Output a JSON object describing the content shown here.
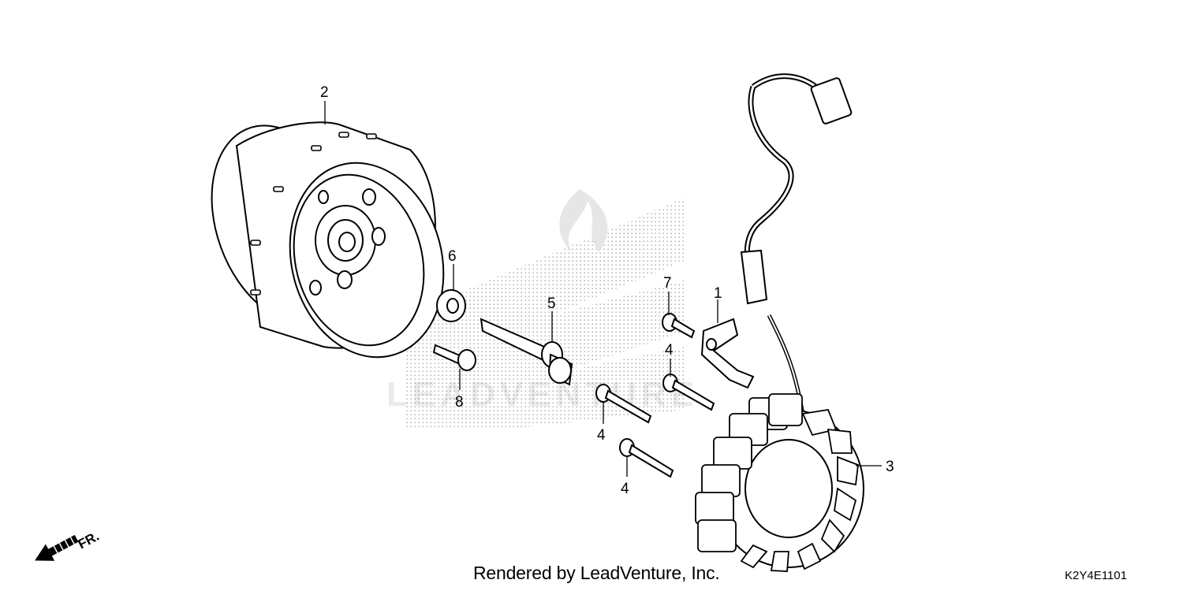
{
  "footer": {
    "credit": "Rendered by LeadVenture, Inc.",
    "diagram_code": "K2Y4E1101"
  },
  "direction_indicator": {
    "label": "FR.",
    "icon": "arrow-front-icon"
  },
  "watermark": {
    "text": "LEADVENTURE"
  },
  "callouts": [
    {
      "id": "1",
      "label": "1"
    },
    {
      "id": "2",
      "label": "2"
    },
    {
      "id": "3",
      "label": "3"
    },
    {
      "id": "4a",
      "label": "4"
    },
    {
      "id": "4b",
      "label": "4"
    },
    {
      "id": "4c",
      "label": "4"
    },
    {
      "id": "5",
      "label": "5"
    },
    {
      "id": "6",
      "label": "6"
    },
    {
      "id": "7",
      "label": "7"
    },
    {
      "id": "8",
      "label": "8"
    }
  ]
}
